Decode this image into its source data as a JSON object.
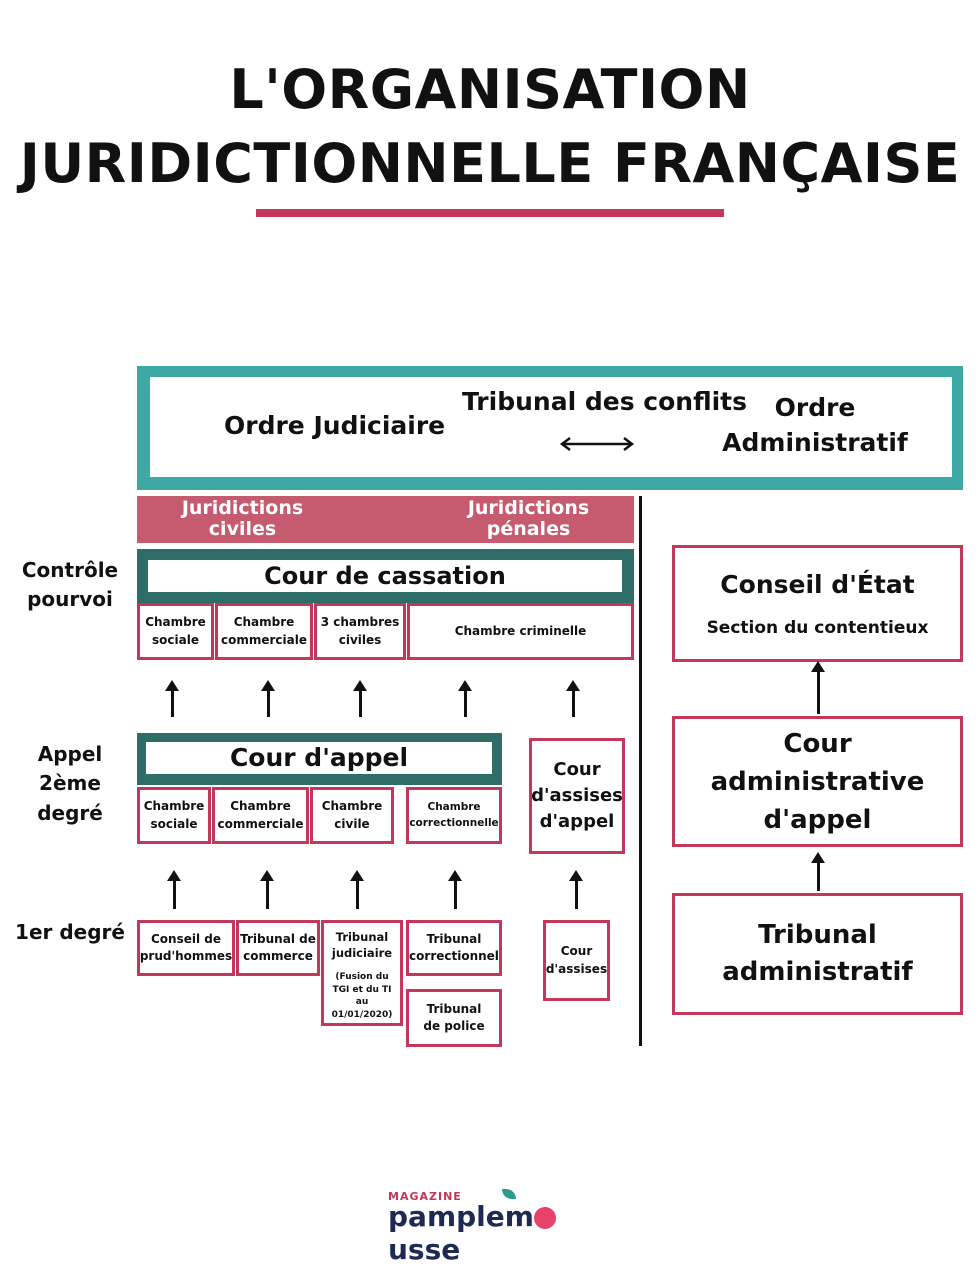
{
  "title": {
    "line1": "L'ORGANISATION",
    "line2": "JURIDICTIONNELLE FRANÇAISE"
  },
  "colors": {
    "accent": "#c2375a",
    "teal": "#3ea9a4",
    "dark_teal": "#2e6e66",
    "band": "#c65b6f",
    "logo_navy": "#1f2a52"
  },
  "top": {
    "ordre_judiciaire": "Ordre Judiciaire",
    "tribunal_conflits": "Tribunal des conflits",
    "ordre_admin_1": "Ordre",
    "ordre_admin_2": "Administratif",
    "arrow_icon": "double-arrow-icon"
  },
  "bands": {
    "civiles_1": "Juridictions",
    "civiles_2": "civiles",
    "penales_1": "Juridictions",
    "penales_2": "pénales"
  },
  "levels": {
    "controle_1": "Contrôle",
    "controle_2": "pourvoi",
    "appel_1": "Appel",
    "appel_2": "2ème degré",
    "premier": "1er degré"
  },
  "cassation": {
    "title": "Cour de cassation",
    "chambres": [
      {
        "l1": "Chambre",
        "l2": "sociale"
      },
      {
        "l1": "Chambre",
        "l2": "commerciale"
      },
      {
        "l1": "3 chambres",
        "l2": "civiles"
      },
      {
        "l1": "Chambre criminelle",
        "l2": ""
      }
    ]
  },
  "appel": {
    "title": "Cour d'appel",
    "chambres": [
      {
        "l1": "Chambre",
        "l2": "sociale"
      },
      {
        "l1": "Chambre",
        "l2": "commerciale"
      },
      {
        "l1": "Chambre",
        "l2": "civile"
      },
      {
        "l1": "Chambre",
        "l2": "correctionnelle"
      }
    ],
    "assises_appel": {
      "l1": "Cour",
      "l2": "d'assises",
      "l3": "d'appel"
    }
  },
  "premier_degre": {
    "prudhommes": {
      "l1": "Conseil de",
      "l2": "prud'hommes"
    },
    "commerce": {
      "l1": "Tribunal de",
      "l2": "commerce"
    },
    "judiciaire": {
      "l1": "Tribunal",
      "l2": "judiciaire",
      "n1": "(Fusion du",
      "n2": "TGI et du TI",
      "n3": "au 01/01/2020)"
    },
    "correctionnel": {
      "l1": "Tribunal",
      "l2": "correctionnel"
    },
    "police": {
      "l1": "Tribunal",
      "l2": "de police"
    },
    "assises": {
      "l1": "Cour",
      "l2": "d'assises"
    }
  },
  "administratif": {
    "conseil_etat": "Conseil d'État",
    "section": "Section du contentieux",
    "caa_1": "Cour administrative",
    "caa_2": "d'appel",
    "ta_1": "Tribunal",
    "ta_2": "administratif"
  },
  "logo": {
    "magazine": "MAGAZINE",
    "name_a": "pamplem",
    "name_b": "usse"
  }
}
